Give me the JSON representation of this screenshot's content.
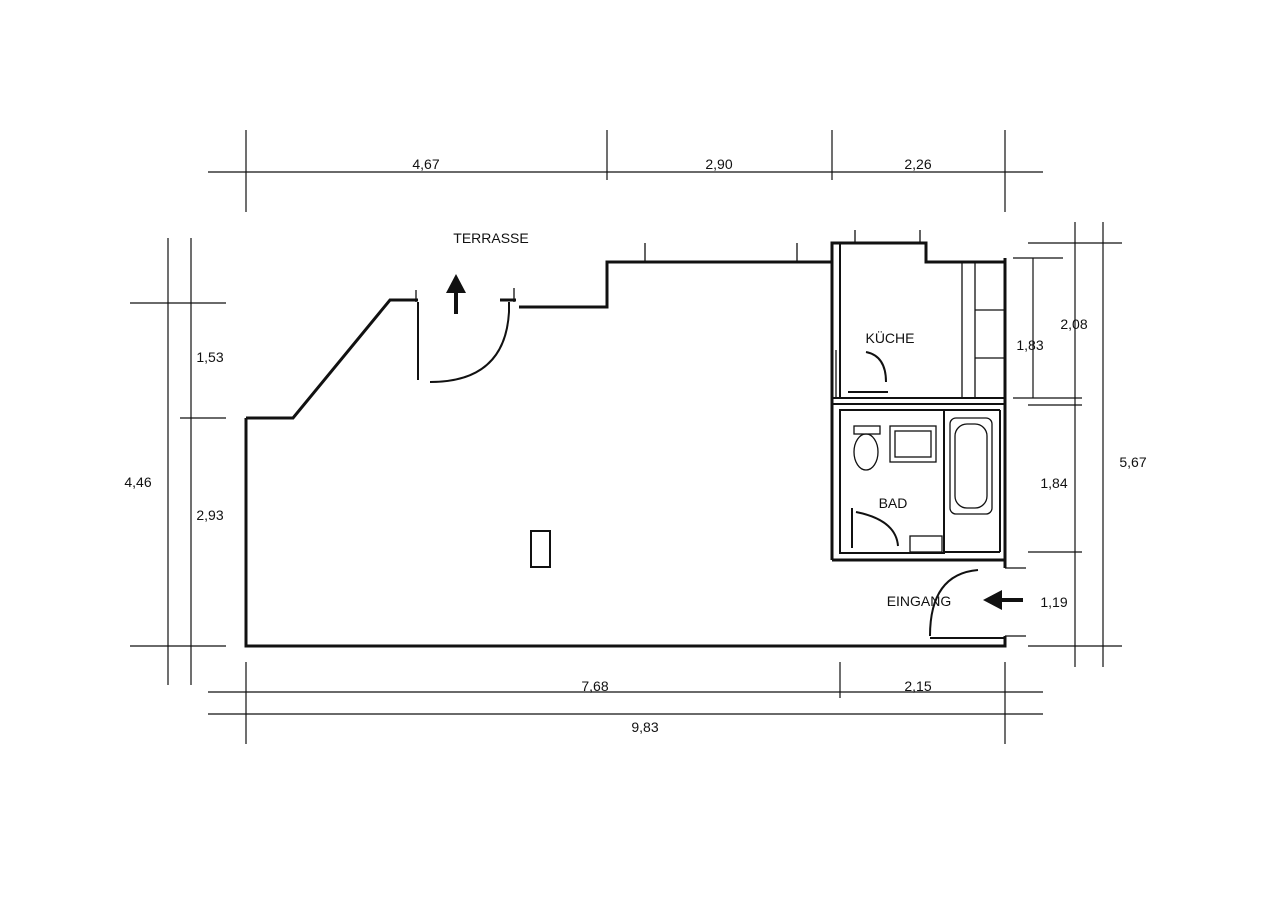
{
  "rooms": {
    "terrace": "TERRASSE",
    "kitchen": "KÜCHE",
    "bath": "BAD",
    "entrance": "EINGANG"
  },
  "dimensions": {
    "top": [
      "4,67",
      "2,90",
      "2,26"
    ],
    "bottom": [
      "7,68",
      "2,15"
    ],
    "total_width": "9,83",
    "left_total": "4,46",
    "left_parts": [
      "1,53",
      "2,93"
    ],
    "right_parts": [
      "2,08",
      "1,83",
      "1,84",
      "1,19"
    ],
    "right_total": "5,67"
  }
}
